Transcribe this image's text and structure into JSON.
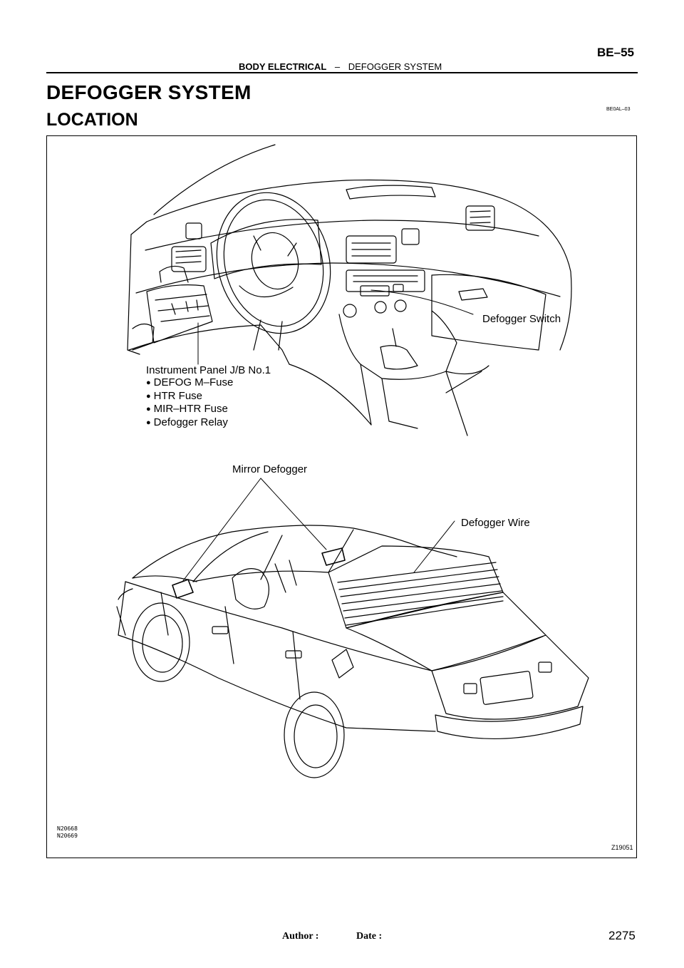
{
  "header": {
    "section": "BODY ELECTRICAL",
    "separator": "–",
    "subsection": "DEFOGGER SYSTEM",
    "page_code": "BE–55"
  },
  "title": "DEFOGGER SYSTEM",
  "subtitle": "LOCATION",
  "doc_code": "BE0AL–03",
  "figure": {
    "labels": {
      "defogger_switch": "Defogger Switch",
      "jb_title": "Instrument Panel J/B No.1",
      "jb_items": [
        "DEFOG M–Fuse",
        "HTR Fuse",
        "MIR–HTR Fuse",
        "Defogger Relay"
      ],
      "mirror_defogger": "Mirror Defogger",
      "defogger_wire": "Defogger Wire"
    },
    "part_codes": [
      "N20668",
      "N20669"
    ],
    "figure_code": "Z19051"
  },
  "footer": {
    "author_label": "Author :",
    "date_label": "Date :",
    "page_number": "2275"
  }
}
